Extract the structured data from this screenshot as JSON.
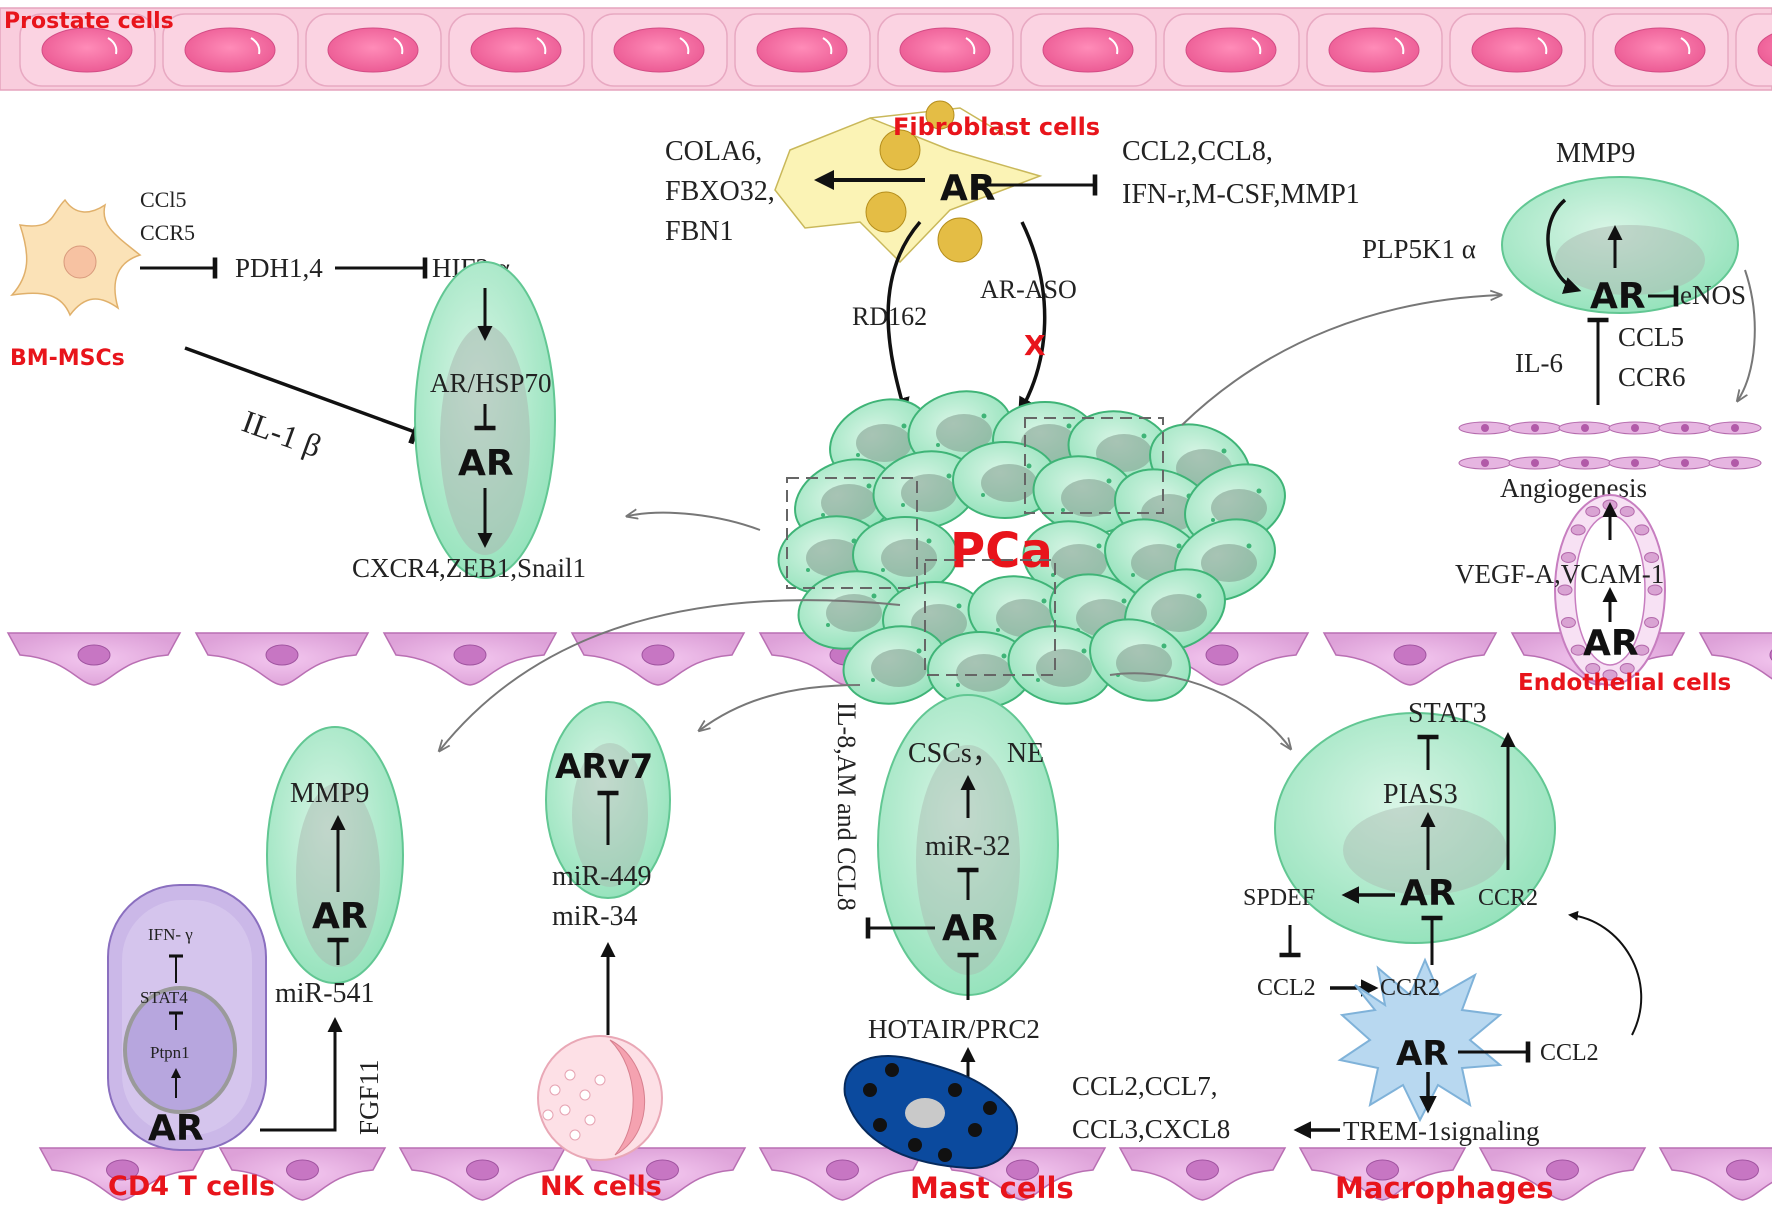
{
  "labels": {
    "prostate_cells": "Prostate cells",
    "fibroblast_cells": "Fibroblast cells",
    "bm_mscs": "BM-MSCs",
    "endothelial_cells": "Endothelial cells",
    "cd4_t_cells": "CD4 T cells",
    "nk_cells": "NK cells",
    "mast_cells": "Mast cells",
    "macrophages": "Macrophages",
    "pca": "PCa"
  },
  "fibroblast": {
    "ar": "AR",
    "left_1": "COLA6,",
    "left_2": "FBXO32,",
    "left_3": "FBN1",
    "right_1": "CCL2,CCL8,",
    "right_2": "IFN-r,M-CSF,MMP1",
    "rd162": "RD162",
    "ar_aso": "AR-ASO",
    "block_mark": "X"
  },
  "bm": {
    "ccl5": "CCl5",
    "ccr5": "CCR5",
    "pdh": "PDH1,4",
    "hif": "HIF2 α",
    "ar_hsp": "AR/HSP70",
    "ar": "AR",
    "il1b": "IL-1 β",
    "cxcr4": "CXCR4,ZEB1,Snail1"
  },
  "endo": {
    "mmp9": "MMP9",
    "plp": "PLP5K1 α",
    "ar": "AR",
    "enos": "eNOS",
    "ccl5": "CCL5",
    "ccr6": "CCR6",
    "il6": "IL-6",
    "angio": "Angiogenesis",
    "vegf": "VEGF-A,VCAM-1",
    "ar2": "AR"
  },
  "cd4": {
    "mmp9": "MMP9",
    "ar": "AR",
    "mir541": "miR-541",
    "fgf11": "FGF11",
    "ifn": "IFN- γ",
    "stat4": "STAT4",
    "ptpn1": "Ptpn1",
    "ar2": "AR"
  },
  "nk": {
    "arv7": "ARv7",
    "mir449": "miR-449",
    "mir34": "miR-34"
  },
  "mast": {
    "cscs": "CSCs， NE",
    "mir32": "miR-32",
    "ar": "AR",
    "il8": "IL-8,AM and CCL8",
    "hotair": "HOTAIR/PRC2"
  },
  "macro": {
    "stat3": "STAT3",
    "pias3": "PIAS3",
    "ar": "AR",
    "spdef": "SPDEF",
    "ccr2a": "CCR2",
    "ccl2a": "CCL2",
    "ccr2b": "CCR2",
    "ar2": "AR",
    "ccl2b": "CCL2",
    "ccl_list1": "CCL2,CCL7,",
    "ccl_list2": "CCL3,CXCL8",
    "trem": "TREM-1signaling"
  }
}
